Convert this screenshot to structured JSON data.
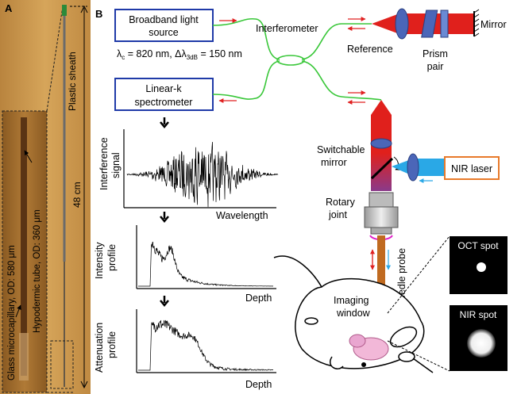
{
  "panel_a": {
    "label": "A",
    "plastic_sheath": "Plastic sheath",
    "length": "48 cm",
    "glass_microcapillary": "Glass microcapillary, OD: 580 μm",
    "hypodermic_tube": "Hypodermic tube, OD: 360 μm"
  },
  "panel_b": {
    "label": "B",
    "light_source_line1": "Broadband light",
    "light_source_line2": "source",
    "lambda_c": "λ",
    "lambda_c_sub": "c",
    "lambda_c_val": " = 820 nm, Δλ",
    "delta_sub": "3dB",
    "delta_val": " = 150 nm",
    "spectrometer_line1": "Linear-k",
    "spectrometer_line2": "spectrometer",
    "interferometer": "Interferometer",
    "reference": "Reference",
    "prism_line1": "Prism",
    "prism_line2": "pair",
    "mirror": "Mirror",
    "switchable_line1": "Switchable",
    "switchable_line2": "mirror",
    "nir_laser": "NIR laser",
    "rotary_line1": "Rotary",
    "rotary_line2": "joint",
    "needle_probe": "Needle probe",
    "imaging_line1": "Imaging",
    "imaging_line2": "window",
    "oct_spot": "OCT spot",
    "nir_spot": "NIR spot",
    "plots": [
      {
        "ylabel_line1": "Interference",
        "ylabel_line2": "signal",
        "xlabel": "Wavelength"
      },
      {
        "ylabel_line1": "Intensity",
        "ylabel_line2": "profile",
        "xlabel": "Depth"
      },
      {
        "ylabel_line1": "Attenuation",
        "ylabel_line2": "profile",
        "xlabel": "Depth"
      }
    ],
    "colors": {
      "box_border": "#1f3aa8",
      "fiber": "#39c739",
      "arrow": "#e02020",
      "nir_beam": "#2aa8e6",
      "beam": "#e0201c",
      "nir_box": "#e87a2a"
    }
  }
}
